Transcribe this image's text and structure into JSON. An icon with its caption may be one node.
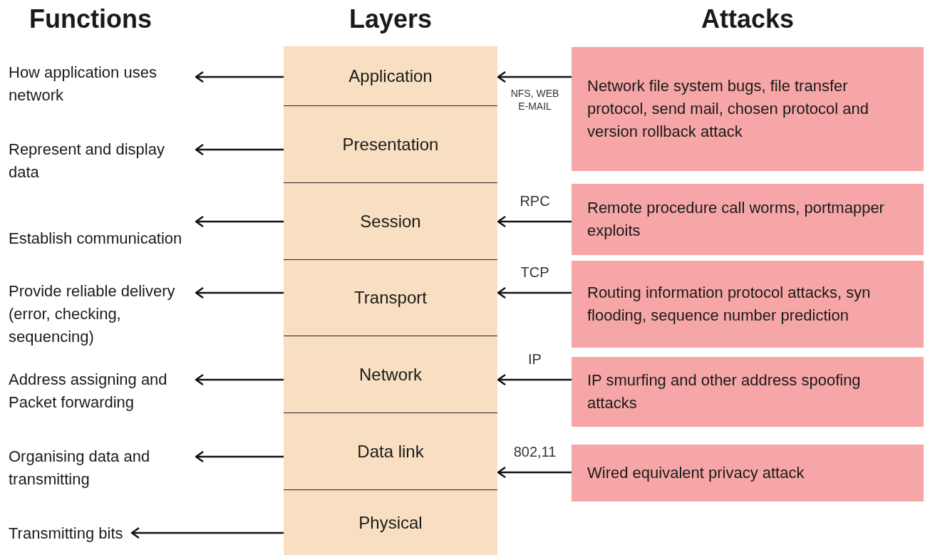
{
  "diagram": {
    "nodes": [
      {
        "text": [
          "Application"
        ]
      },
      {
        "text": [
          "Presentation"
        ]
      },
      {
        "text": [
          "Session"
        ]
      },
      {
        "text": [
          "Transport"
        ]
      },
      {
        "text": [
          "Network"
        ]
      },
      {
        "text": [
          "Data link"
        ]
      },
      {
        "text": [
          "Physical"
        ]
      },
      {
        "text": [
          "How application uses network"
        ]
      },
      {
        "text": [
          "Represent and display data"
        ]
      },
      {
        "text": [
          "Establish communication"
        ]
      },
      {
        "text": [
          "Provide reliable delivery (error, checking, sequencing)"
        ]
      },
      {
        "text": [
          "Address assigning and Packet forwarding"
        ]
      },
      {
        "text": [
          "Organising data and transmitting"
        ]
      },
      {
        "text": [
          "Transmitting bits"
        ]
      },
      {
        "text": [
          "Network file system bugs, file transfer protocol, send mail, chosen protocol and version rollback attack"
        ]
      },
      {
        "text": [
          "Remote procedure call worms, portmapper exploits"
        ]
      },
      {
        "text": [
          "Routing information protocol attacks, syn flooding, sequence number prediction"
        ]
      },
      {
        "text": [
          "IP smurfing and other address spoofing attacks"
        ]
      },
      {
        "text": [
          "Wired equivalent privacy attack"
        ]
      }
    ],
    "edges": [
      {
        "from": 0,
        "to": 7,
        "arrow": "to"
      },
      {
        "from": 1,
        "to": 8,
        "arrow": "to"
      },
      {
        "from": 2,
        "to": 9,
        "arrow": "to"
      },
      {
        "from": 3,
        "to": 10,
        "arrow": "to"
      },
      {
        "from": 4,
        "to": 11,
        "arrow": "to"
      },
      {
        "from": 5,
        "to": 12,
        "arrow": "to"
      },
      {
        "from": 6,
        "to": 13,
        "arrow": "to"
      },
      {
        "from": 14,
        "to": 0,
        "arrow": "to",
        "label": "NFS, WEB E-MAIL"
      },
      {
        "from": 15,
        "to": 2,
        "arrow": "to",
        "label": "RPC"
      },
      {
        "from": 16,
        "to": 3,
        "arrow": "to",
        "label": "TCP"
      },
      {
        "from": 17,
        "to": 4,
        "arrow": "to",
        "label": "IP"
      },
      {
        "from": 18,
        "to": 5,
        "arrow": "to",
        "label": "802,11"
      }
    ],
    "labels": [
      "Functions",
      "Layers",
      "Attacks"
    ]
  }
}
